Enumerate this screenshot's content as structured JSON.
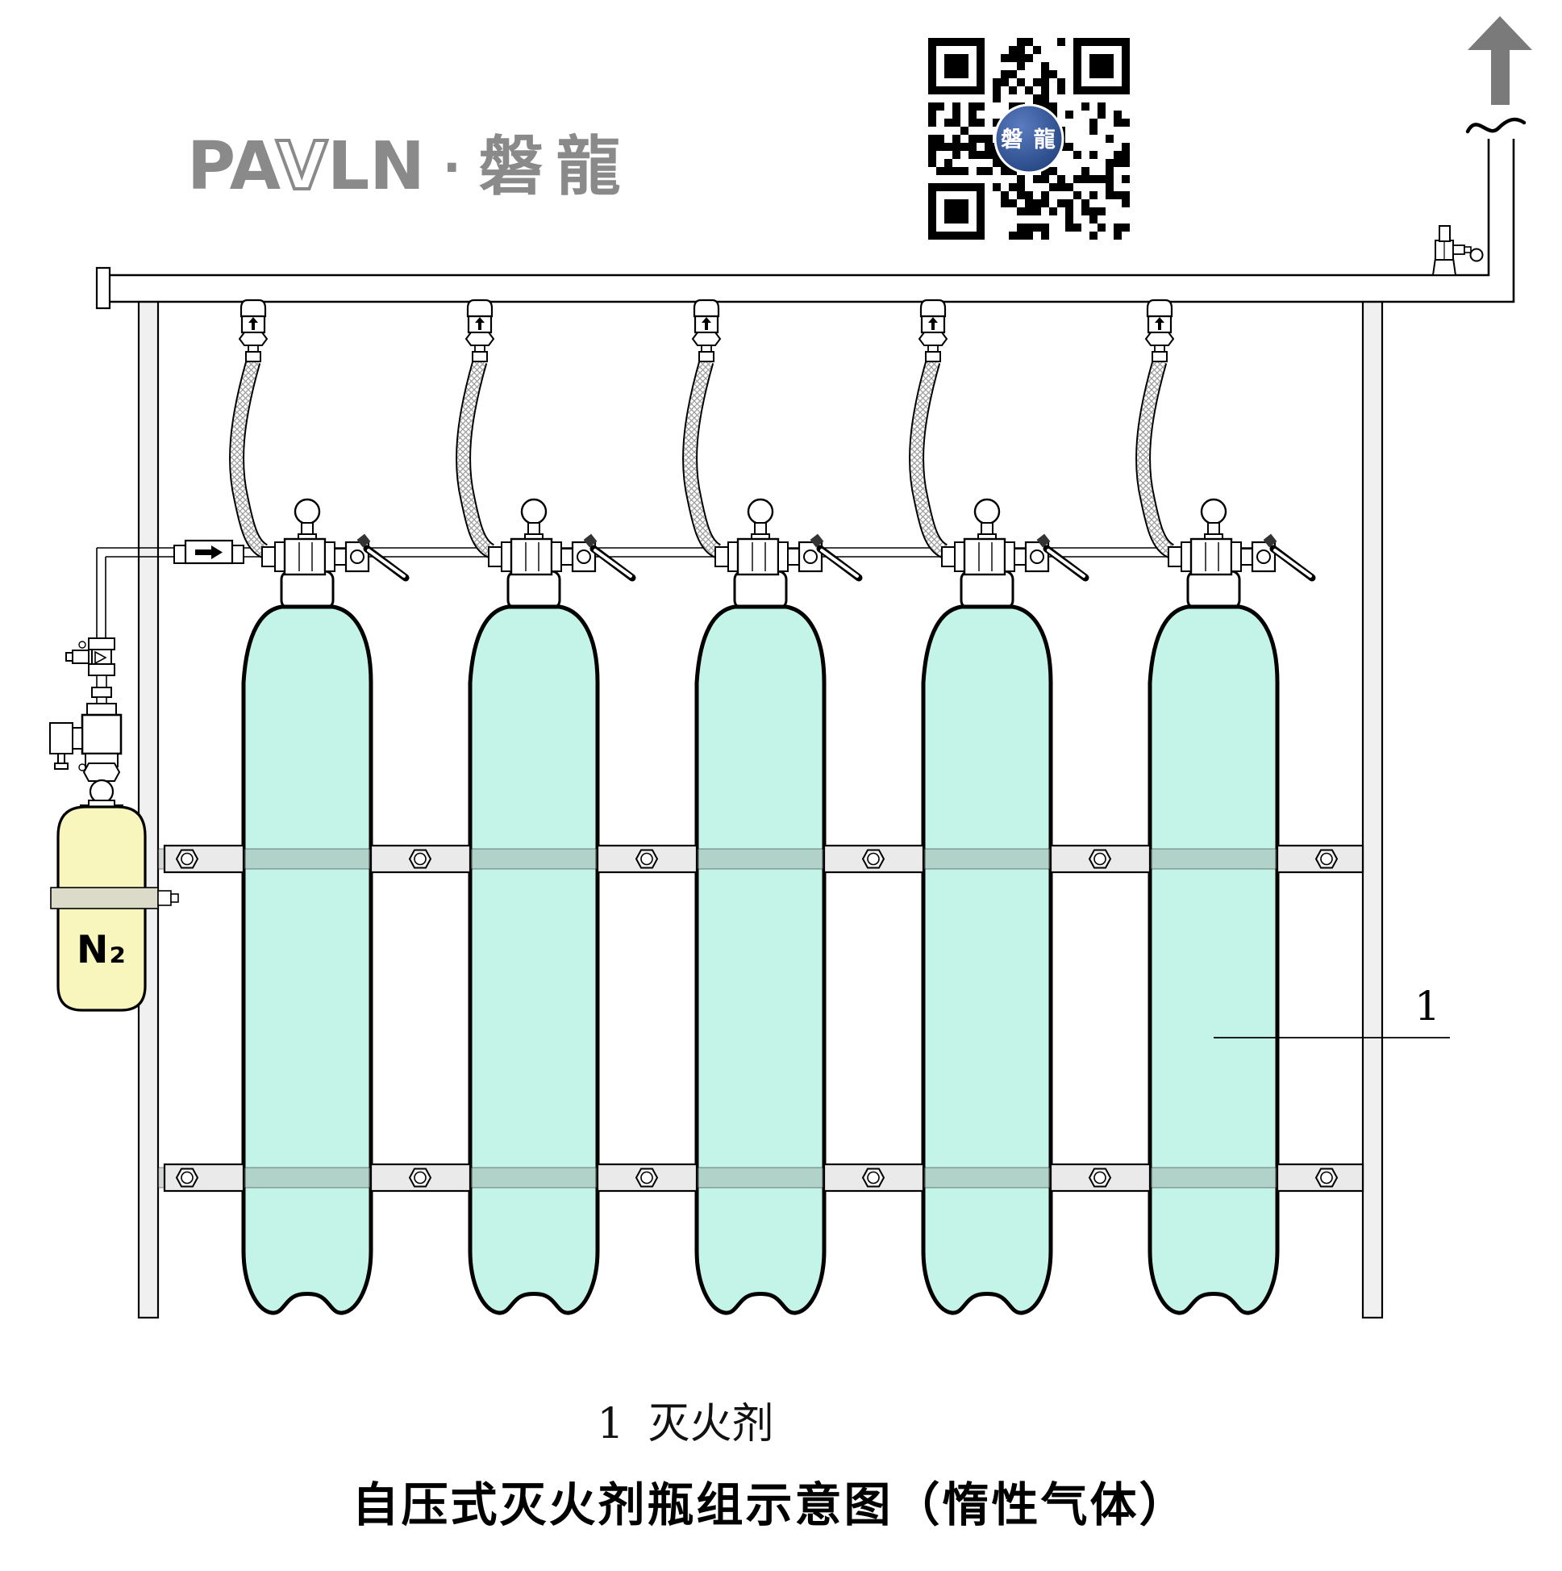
{
  "logo": {
    "latin_left": "PA",
    "latin_v": "V",
    "latin_right": "LN",
    "separator": "·",
    "cn": "磐龍",
    "color": "#8a8a8a"
  },
  "qr": {
    "center_label": "磐 龍",
    "logo_color": "#2e5597",
    "module_color": "#000000"
  },
  "n2_cylinder": {
    "label": "N₂",
    "fill": "#f8f5bd",
    "strap_fill": "#dcdac8"
  },
  "callout": {
    "number": "1"
  },
  "caption": {
    "number": "1",
    "label": "灭火剂"
  },
  "title": {
    "text": "自压式灭火剂瓶组示意图（惰性气体）"
  },
  "colors": {
    "cylinder_fill": "#c4f4e8",
    "outline": "#000000",
    "rail_fill": "#eaeaea",
    "rail_band": "rgba(150,162,158,0.42)",
    "post_fill": "#f0f0f0",
    "arrow_gray": "#7a7a7a",
    "hose_braid": "#9a9a9a"
  },
  "diagram": {
    "cylinder_count": 5,
    "hose_count": 5,
    "rail_count": 2,
    "flow_direction": "up"
  }
}
